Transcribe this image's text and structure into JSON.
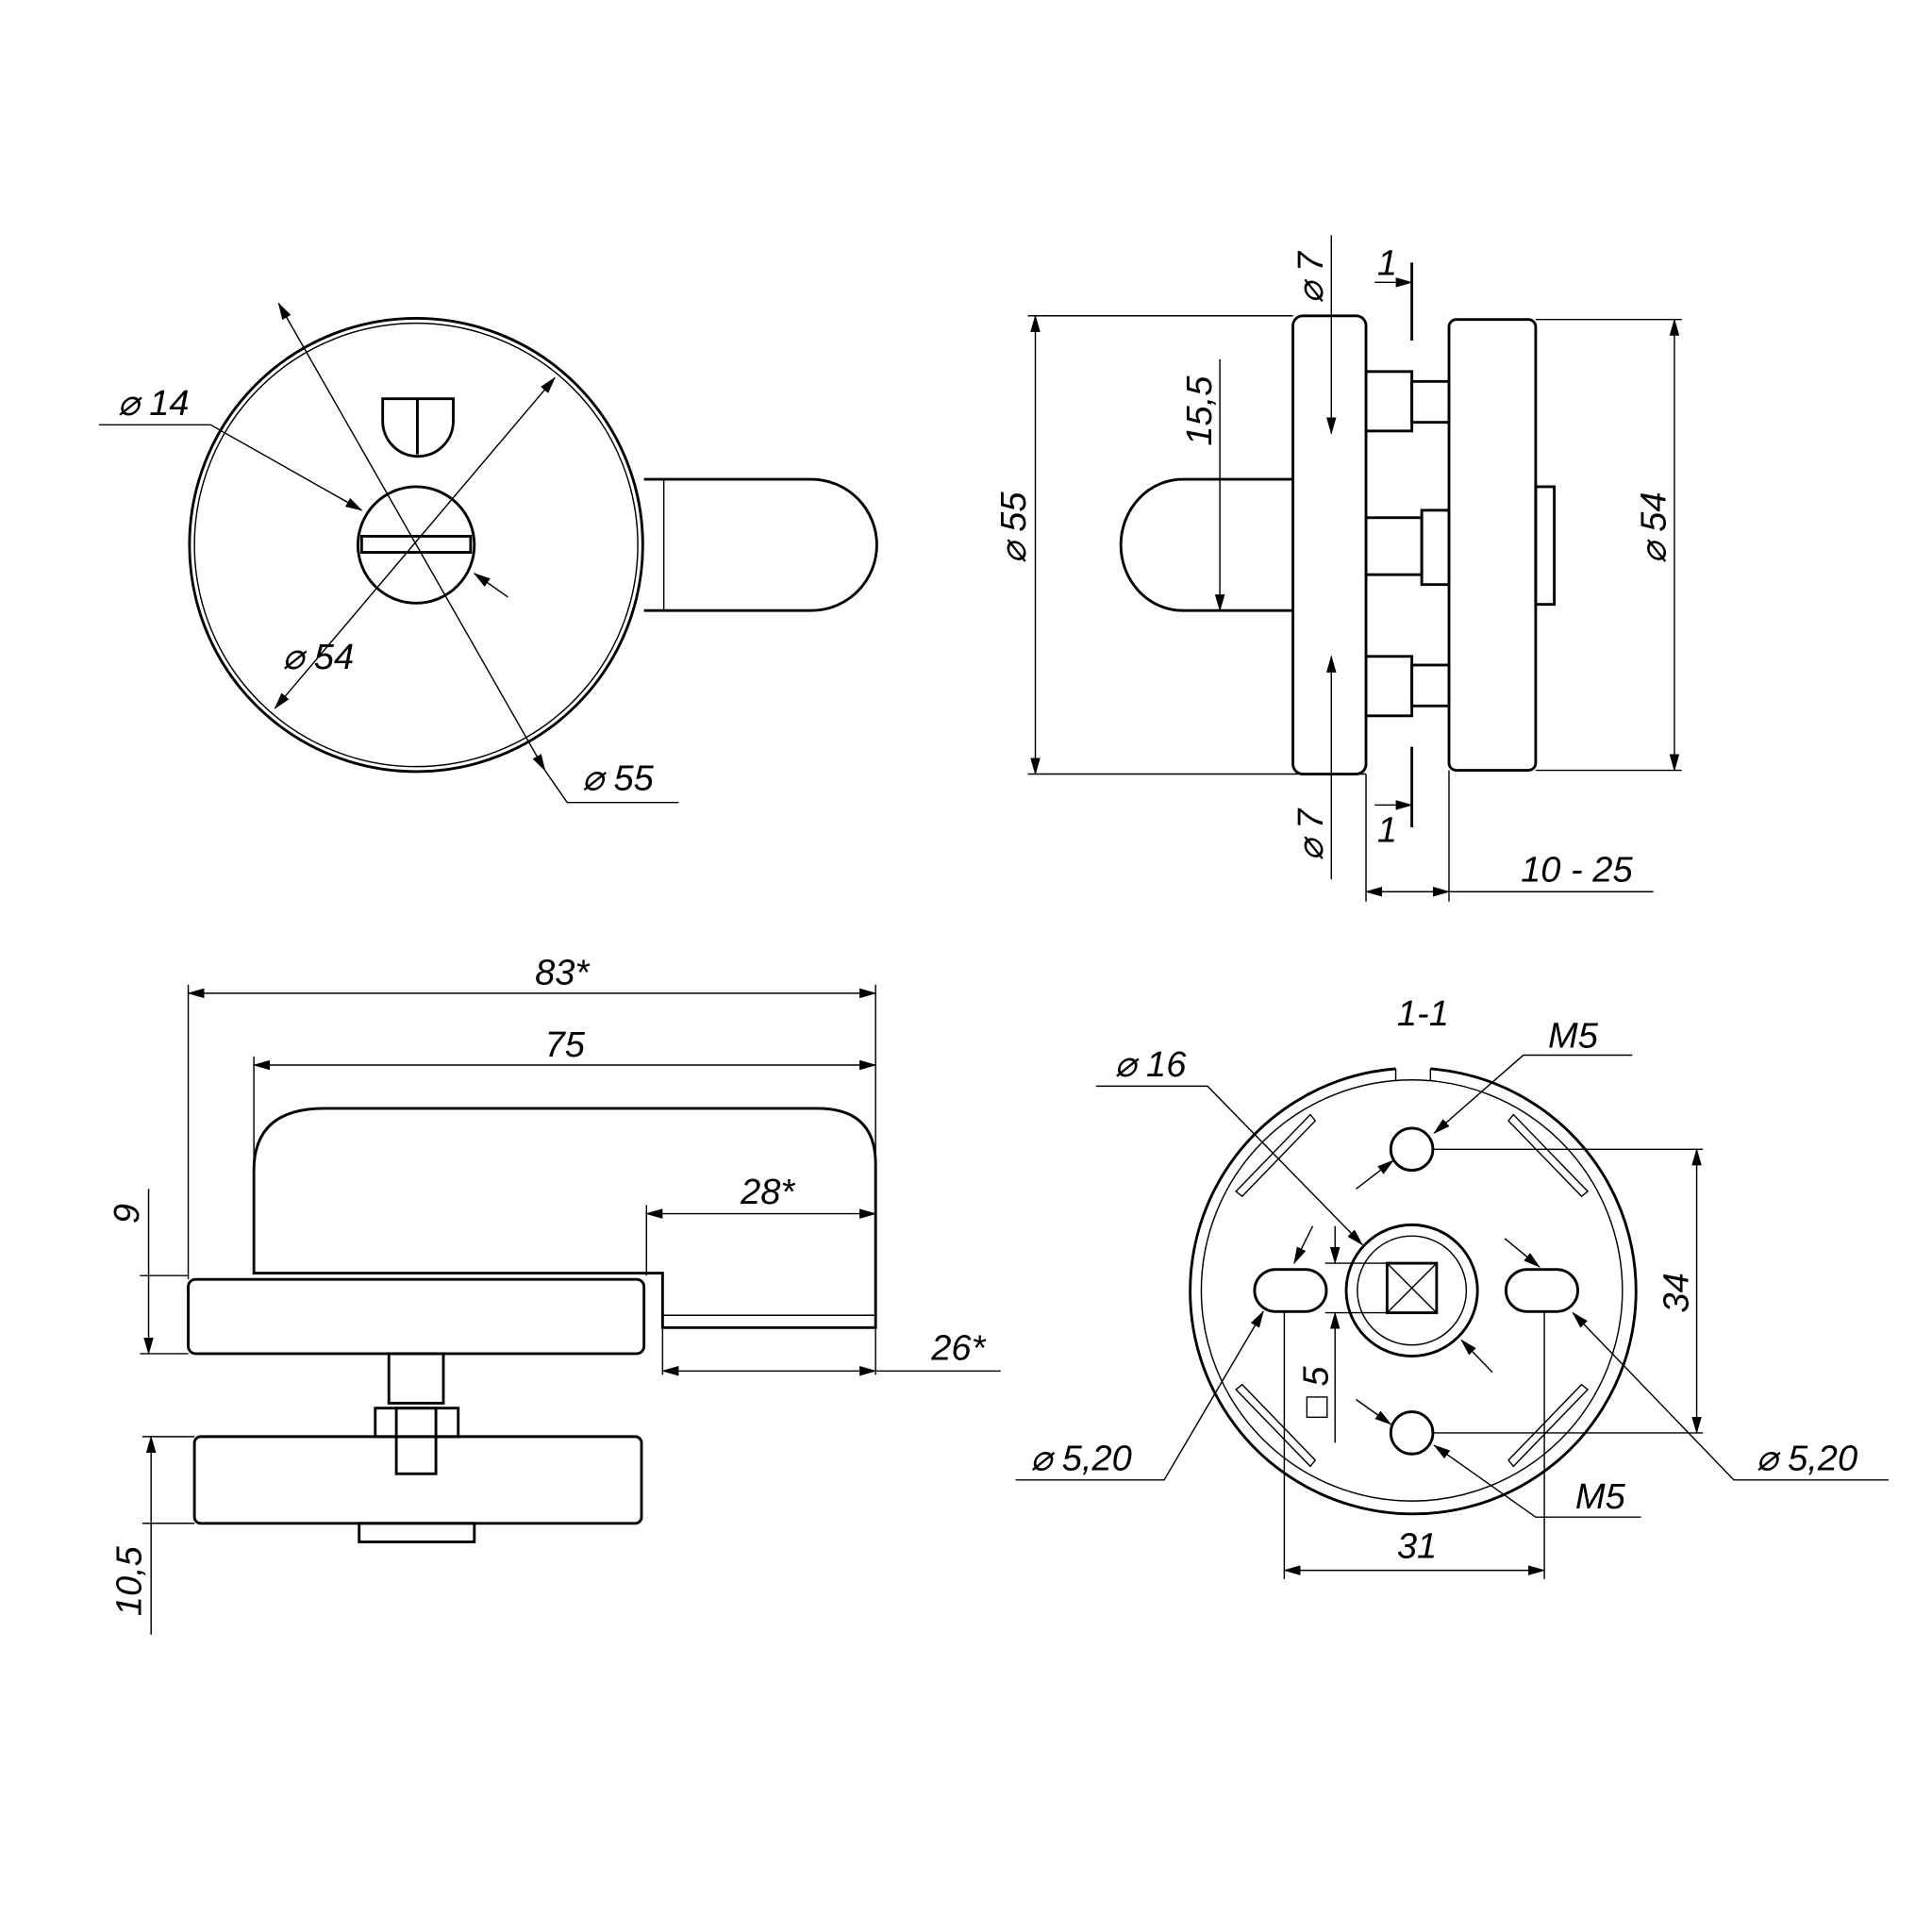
{
  "views": {
    "front": {
      "d14": "⌀ 14",
      "d54": "⌀ 54",
      "d55": "⌀ 55"
    },
    "side": {
      "d7_top": "⌀ 7",
      "d7_bottom": "⌀ 7",
      "gap_top": "1",
      "gap_bottom": "1",
      "h155": "15,5",
      "d55": "⌀ 55",
      "d54": "⌀ 54",
      "thickness": "10 - 25"
    },
    "bottom": {
      "w83": "83*",
      "w75": "75",
      "w28": "28*",
      "h9": "9",
      "w26": "26*",
      "h105": "10,5"
    },
    "section": {
      "title": "1-1",
      "m5_top": "M5",
      "m5_bottom": "M5",
      "d16": "⌀ 16",
      "h34": "34",
      "sq5": "□ 5",
      "d520_left": "⌀ 5,20",
      "d520_right": "⌀ 5,20",
      "w31": "31"
    }
  }
}
